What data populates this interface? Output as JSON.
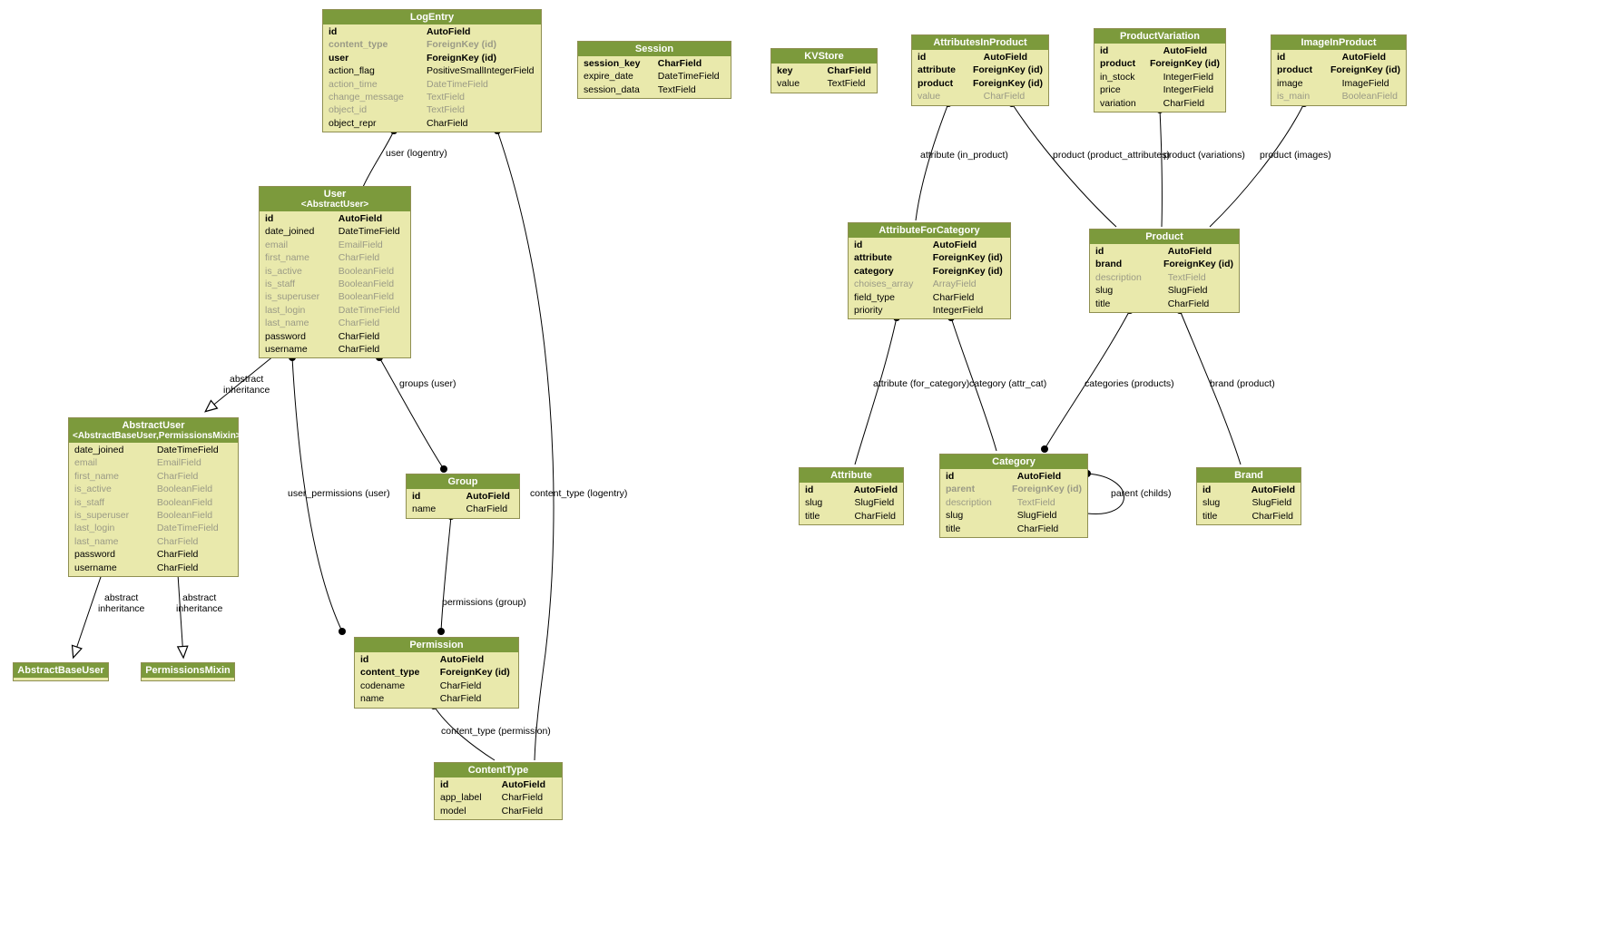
{
  "colors": {
    "table_header": "#7c9a3c",
    "table_body": "#e9e9ac",
    "table_border": "#8f8f52",
    "muted_text": "#9a9a86",
    "edge": "#000000"
  },
  "tables": {
    "logentry": {
      "title": "LogEntry",
      "subtitle": "",
      "fields": [
        {
          "name": "id",
          "type": "AutoField",
          "style": "bold"
        },
        {
          "name": "content_type",
          "type": "ForeignKey (id)",
          "style": "bold muted"
        },
        {
          "name": "user",
          "type": "ForeignKey (id)",
          "style": "bold"
        },
        {
          "name": "action_flag",
          "type": "PositiveSmallIntegerField",
          "style": ""
        },
        {
          "name": "action_time",
          "type": "DateTimeField",
          "style": "muted"
        },
        {
          "name": "change_message",
          "type": "TextField",
          "style": "muted"
        },
        {
          "name": "object_id",
          "type": "TextField",
          "style": "muted"
        },
        {
          "name": "object_repr",
          "type": "CharField",
          "style": ""
        }
      ]
    },
    "session": {
      "title": "Session",
      "subtitle": "",
      "fields": [
        {
          "name": "session_key",
          "type": "CharField",
          "style": "bold"
        },
        {
          "name": "expire_date",
          "type": "DateTimeField",
          "style": ""
        },
        {
          "name": "session_data",
          "type": "TextField",
          "style": ""
        }
      ]
    },
    "kvstore": {
      "title": "KVStore",
      "subtitle": "",
      "fields": [
        {
          "name": "key",
          "type": "CharField",
          "style": "bold"
        },
        {
          "name": "value",
          "type": "TextField",
          "style": ""
        }
      ]
    },
    "attributesinproduct": {
      "title": "AttributesInProduct",
      "subtitle": "",
      "fields": [
        {
          "name": "id",
          "type": "AutoField",
          "style": "bold"
        },
        {
          "name": "attribute",
          "type": "ForeignKey (id)",
          "style": "bold"
        },
        {
          "name": "product",
          "type": "ForeignKey (id)",
          "style": "bold"
        },
        {
          "name": "value",
          "type": "CharField",
          "style": "muted"
        }
      ]
    },
    "productvariation": {
      "title": "ProductVariation",
      "subtitle": "",
      "fields": [
        {
          "name": "id",
          "type": "AutoField",
          "style": "bold"
        },
        {
          "name": "product",
          "type": "ForeignKey (id)",
          "style": "bold"
        },
        {
          "name": "in_stock",
          "type": "IntegerField",
          "style": ""
        },
        {
          "name": "price",
          "type": "IntegerField",
          "style": ""
        },
        {
          "name": "variation",
          "type": "CharField",
          "style": ""
        }
      ]
    },
    "imageinproduct": {
      "title": "ImageInProduct",
      "subtitle": "",
      "fields": [
        {
          "name": "id",
          "type": "AutoField",
          "style": "bold"
        },
        {
          "name": "product",
          "type": "ForeignKey (id)",
          "style": "bold"
        },
        {
          "name": "image",
          "type": "ImageField",
          "style": ""
        },
        {
          "name": "is_main",
          "type": "BooleanField",
          "style": "muted"
        }
      ]
    },
    "user": {
      "title": "User",
      "subtitle": "<AbstractUser>",
      "fields": [
        {
          "name": "id",
          "type": "AutoField",
          "style": "bold"
        },
        {
          "name": "date_joined",
          "type": "DateTimeField",
          "style": ""
        },
        {
          "name": "email",
          "type": "EmailField",
          "style": "muted"
        },
        {
          "name": "first_name",
          "type": "CharField",
          "style": "muted"
        },
        {
          "name": "is_active",
          "type": "BooleanField",
          "style": "muted"
        },
        {
          "name": "is_staff",
          "type": "BooleanField",
          "style": "muted"
        },
        {
          "name": "is_superuser",
          "type": "BooleanField",
          "style": "muted"
        },
        {
          "name": "last_login",
          "type": "DateTimeField",
          "style": "muted"
        },
        {
          "name": "last_name",
          "type": "CharField",
          "style": "muted"
        },
        {
          "name": "password",
          "type": "CharField",
          "style": ""
        },
        {
          "name": "username",
          "type": "CharField",
          "style": ""
        }
      ]
    },
    "attributeforcategory": {
      "title": "AttributeForCategory",
      "subtitle": "",
      "fields": [
        {
          "name": "id",
          "type": "AutoField",
          "style": "bold"
        },
        {
          "name": "attribute",
          "type": "ForeignKey (id)",
          "style": "bold"
        },
        {
          "name": "category",
          "type": "ForeignKey (id)",
          "style": "bold"
        },
        {
          "name": "choises_array",
          "type": "ArrayField",
          "style": "muted"
        },
        {
          "name": "field_type",
          "type": "CharField",
          "style": ""
        },
        {
          "name": "priority",
          "type": "IntegerField",
          "style": ""
        }
      ]
    },
    "product": {
      "title": "Product",
      "subtitle": "",
      "fields": [
        {
          "name": "id",
          "type": "AutoField",
          "style": "bold"
        },
        {
          "name": "brand",
          "type": "ForeignKey (id)",
          "style": "bold"
        },
        {
          "name": "description",
          "type": "TextField",
          "style": "muted"
        },
        {
          "name": "slug",
          "type": "SlugField",
          "style": ""
        },
        {
          "name": "title",
          "type": "CharField",
          "style": ""
        }
      ]
    },
    "abstractuser": {
      "title": "AbstractUser",
      "subtitle": "<AbstractBaseUser,PermissionsMixin>",
      "fields": [
        {
          "name": "date_joined",
          "type": "DateTimeField",
          "style": ""
        },
        {
          "name": "email",
          "type": "EmailField",
          "style": "muted"
        },
        {
          "name": "first_name",
          "type": "CharField",
          "style": "muted"
        },
        {
          "name": "is_active",
          "type": "BooleanField",
          "style": "muted"
        },
        {
          "name": "is_staff",
          "type": "BooleanField",
          "style": "muted"
        },
        {
          "name": "is_superuser",
          "type": "BooleanField",
          "style": "muted"
        },
        {
          "name": "last_login",
          "type": "DateTimeField",
          "style": "muted"
        },
        {
          "name": "last_name",
          "type": "CharField",
          "style": "muted"
        },
        {
          "name": "password",
          "type": "CharField",
          "style": ""
        },
        {
          "name": "username",
          "type": "CharField",
          "style": ""
        }
      ]
    },
    "group": {
      "title": "Group",
      "subtitle": "",
      "fields": [
        {
          "name": "id",
          "type": "AutoField",
          "style": "bold"
        },
        {
          "name": "name",
          "type": "CharField",
          "style": ""
        }
      ]
    },
    "attribute": {
      "title": "Attribute",
      "subtitle": "",
      "fields": [
        {
          "name": "id",
          "type": "AutoField",
          "style": "bold"
        },
        {
          "name": "slug",
          "type": "SlugField",
          "style": ""
        },
        {
          "name": "title",
          "type": "CharField",
          "style": ""
        }
      ]
    },
    "category": {
      "title": "Category",
      "subtitle": "",
      "fields": [
        {
          "name": "id",
          "type": "AutoField",
          "style": "bold"
        },
        {
          "name": "parent",
          "type": "ForeignKey (id)",
          "style": "bold muted"
        },
        {
          "name": "description",
          "type": "TextField",
          "style": "muted"
        },
        {
          "name": "slug",
          "type": "SlugField",
          "style": ""
        },
        {
          "name": "title",
          "type": "CharField",
          "style": ""
        }
      ]
    },
    "brand": {
      "title": "Brand",
      "subtitle": "",
      "fields": [
        {
          "name": "id",
          "type": "AutoField",
          "style": "bold"
        },
        {
          "name": "slug",
          "type": "SlugField",
          "style": ""
        },
        {
          "name": "title",
          "type": "CharField",
          "style": ""
        }
      ]
    },
    "permission": {
      "title": "Permission",
      "subtitle": "",
      "fields": [
        {
          "name": "id",
          "type": "AutoField",
          "style": "bold"
        },
        {
          "name": "content_type",
          "type": "ForeignKey (id)",
          "style": "bold"
        },
        {
          "name": "codename",
          "type": "CharField",
          "style": ""
        },
        {
          "name": "name",
          "type": "CharField",
          "style": ""
        }
      ]
    },
    "contenttype": {
      "title": "ContentType",
      "subtitle": "",
      "fields": [
        {
          "name": "id",
          "type": "AutoField",
          "style": "bold"
        },
        {
          "name": "app_label",
          "type": "CharField",
          "style": ""
        },
        {
          "name": "model",
          "type": "CharField",
          "style": ""
        }
      ]
    },
    "abstractbaseuser": {
      "title": "AbstractBaseUser",
      "subtitle": "",
      "fields": []
    },
    "permissionsmixin": {
      "title": "PermissionsMixin",
      "subtitle": "",
      "fields": []
    }
  },
  "edges": {
    "user_logentry": {
      "label": "user (logentry)"
    },
    "content_type_logentry": {
      "label": "content_type (logentry)"
    },
    "inherit_user": {
      "label": "abstract\ninheritance"
    },
    "groups_user": {
      "label": "groups (user)"
    },
    "user_permissions_user": {
      "label": "user_permissions (user)"
    },
    "permissions_group": {
      "label": "permissions (group)"
    },
    "content_type_permission": {
      "label": "content_type (permission)"
    },
    "inherit_abstractbaseuser": {
      "label": "abstract\ninheritance"
    },
    "inherit_permissionsmixin": {
      "label": "abstract\ninheritance"
    },
    "attribute_in_product": {
      "label": "attribute (in_product)"
    },
    "product_product_attributes": {
      "label": "product (product_attributes)"
    },
    "product_variations": {
      "label": "product (variations)"
    },
    "product_images": {
      "label": "product (images)"
    },
    "attribute_for_category": {
      "label": "attribute (for_category)"
    },
    "category_attr_cat": {
      "label": "category (attr_cat)"
    },
    "categories_products": {
      "label": "categories (products)"
    },
    "brand_product": {
      "label": "brand (product)"
    },
    "parent_childs": {
      "label": "parent (childs)"
    }
  }
}
